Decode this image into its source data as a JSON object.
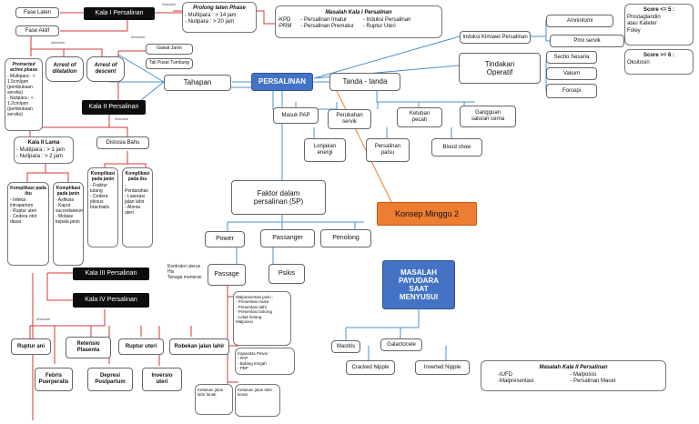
{
  "nodes": {
    "fase_laten": "Fase Laten",
    "kala_i": "Kala I Persalinan",
    "fase_aktif": "Fase Aktif",
    "arrest_dilatation": "Arrest of\ndilatation",
    "arrest_descent": "Arrest of\ndescent",
    "gawat_janin": "Gawat Janin",
    "tali_pusat": "Tali Pusat Tumbung",
    "kala_ii": "Kala II Persalinan",
    "distosia_bahu": "Distosia Bahu",
    "kala_iii": "Kala III Persalinan",
    "kala_iv": "Kala IV Persalinan",
    "ruptur_ani": "Ruptur ani",
    "retensio": "Retensio\nPlasenta",
    "ruptur_uteri": "Ruptur uteri",
    "robekan": "Robekan jalan lahir",
    "febris": "Febris\nPuerperalis",
    "depresi": "Depresi\nPostpartum",
    "inversio": "Inversio\nuteri",
    "tahapan": "Tahapan",
    "persalinan": "PERSALINAN",
    "tanda_tanda": "Tanda - tanda",
    "masuk_pap": "Masuk PAP",
    "perubahan_serviks": "Perubahan\nservik",
    "ketuban_pecah": "Ketuban\npecah",
    "gangguan": "Gangguan\nsaluran cerna",
    "lonjakan": "Lonjakan\nenergi",
    "persalinan_palsu": "Persalinan\npalsu",
    "blood_show": "Blood show",
    "faktor": "Faktor dalam\npersalinan (5P)",
    "power": "Power",
    "passanger": "Passanger",
    "penolong": "Penolong",
    "passage": "Passage",
    "psikis": "Psikis",
    "konsep_minggu": "Konsep Minggu 2",
    "masalah_payudara": "MASALAH\nPAYUDARA\nSAAT\nMENYUSUI",
    "mastitis": "Mastitis",
    "galactocele": "Galactocele",
    "cracked_nipple": "Cracked Nipple",
    "inverted_nipple": "Inverted Nipple",
    "induksi": "Induksi Kimiawi Persalinan",
    "amniotomi": "Amniotomi",
    "pmx_serviks": "Pmx servik",
    "tindakan_operatif": "Tindakan\nOperatif",
    "sectio": "Sectio Sesaria",
    "vakum": "Vakum",
    "forcepi": "Forcepi"
  },
  "prolong_laten": {
    "title": "Prolong laten Phase",
    "line1": "- Multipara : > 14 jam",
    "line2": "- Nulipara : > 20 jam"
  },
  "masalah_kala_i_top": {
    "title": "Masalah Kala I Persalinan",
    "r1c1": "-KPD",
    "r2c1": "-PRM",
    "r1c2": "- Persalinan Imatur",
    "r2c2": "- Persalinan Prematur",
    "r1c3": "- Induksi Persalinan",
    "r2c3": "- Ruptur Uteri"
  },
  "protracted": {
    "title": "Protracted active phase",
    "l1": "- Multipara : < 1.5cm/jam (pembukaan serviks)",
    "l2": "- Nulipara : < 1.2cm/jam (pembukaan serviks)"
  },
  "kala_ii_lama": {
    "title": "Kala II Lama",
    "l1": "- Multipara : > 1 jam",
    "l2": "- Nulipara : > 2 jam"
  },
  "komplikasi_ibu": {
    "title": "Komplikasi pada ibu",
    "body": "- Infeksi intrapartum\n- Ruptur uteri\n- Cedera otot dasar"
  },
  "komplikasi_janin": {
    "title": "Komplikasi pada janin",
    "body": "- Asfiksia\n- Kaput succedaneum\n- Molase kepala janin"
  },
  "komplikasi_bahu_janin": {
    "title": "Komplikasi pada janin",
    "body": "- Fraktur tulang\n- Cedera plexus brachialis"
  },
  "komplikasi_bahu_ibu": {
    "title": "Komplikasi pada ibu",
    "body": "- Perdarahan\n- Laserasi jalan lahir\n- Atonia uteri"
  },
  "power_notes": {
    "l1": "Kontraksi uterus",
    "l2": "His",
    "l3": "Tenaga meneran",
    "l4": ""
  },
  "passanger_notes": {
    "body": "Malpresentasi janin :\n- Presentasi muka\n- Presentasi dahi\n- Presentasi bokong\n- Letak lintang\nMalposisi"
  },
  "kepala_notes": {
    "body": "Kapasitas Pelvis :\n- PAP\n- Bidang tengah\n- PBP"
  },
  "kelainan_left": {
    "body": "Kelainan jalan lahir lunak"
  },
  "kelainan_right": {
    "body": "Kelainan jalan lahir keras"
  },
  "score_5": {
    "title": "Score <= 5 :",
    "body": "Prostaglandin\natau Kateter\nFoley"
  },
  "score_6": {
    "title": "Score >= 6 :",
    "body": "Oksitosin"
  },
  "masalah_kala_i_bottom": {
    "title": "Masalah Kala II Persalinan",
    "r1c1": "-IUFD",
    "r2c1": "-Malpresentasi",
    "r1c2": "- Malposisi",
    "r2c2": "- Persalinan Macet"
  },
  "notes": {
    "masalah": "Masalah"
  }
}
